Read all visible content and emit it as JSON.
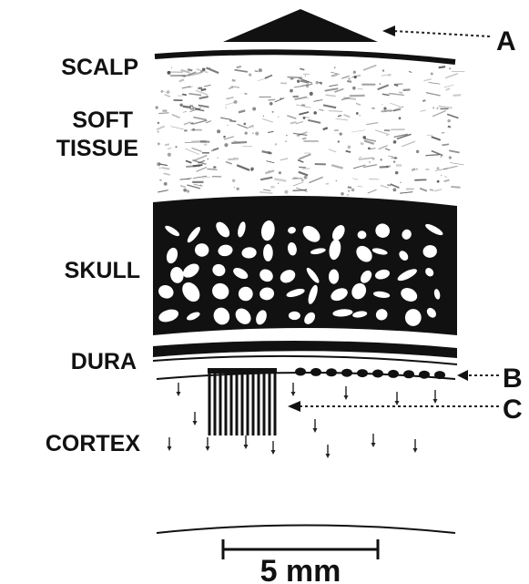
{
  "layers": {
    "scalp": "SCALP",
    "soft_tissue": [
      "SOFT",
      "TISSUE"
    ],
    "skull": "SKULL",
    "dura": "DURA",
    "cortex": "CORTEX"
  },
  "callouts": {
    "a": "A",
    "b": "B",
    "c": "C"
  },
  "scale_bar": {
    "value": 5,
    "label": "5 mm"
  },
  "colors": {
    "ink": "#111111",
    "background": "#ffffff"
  }
}
